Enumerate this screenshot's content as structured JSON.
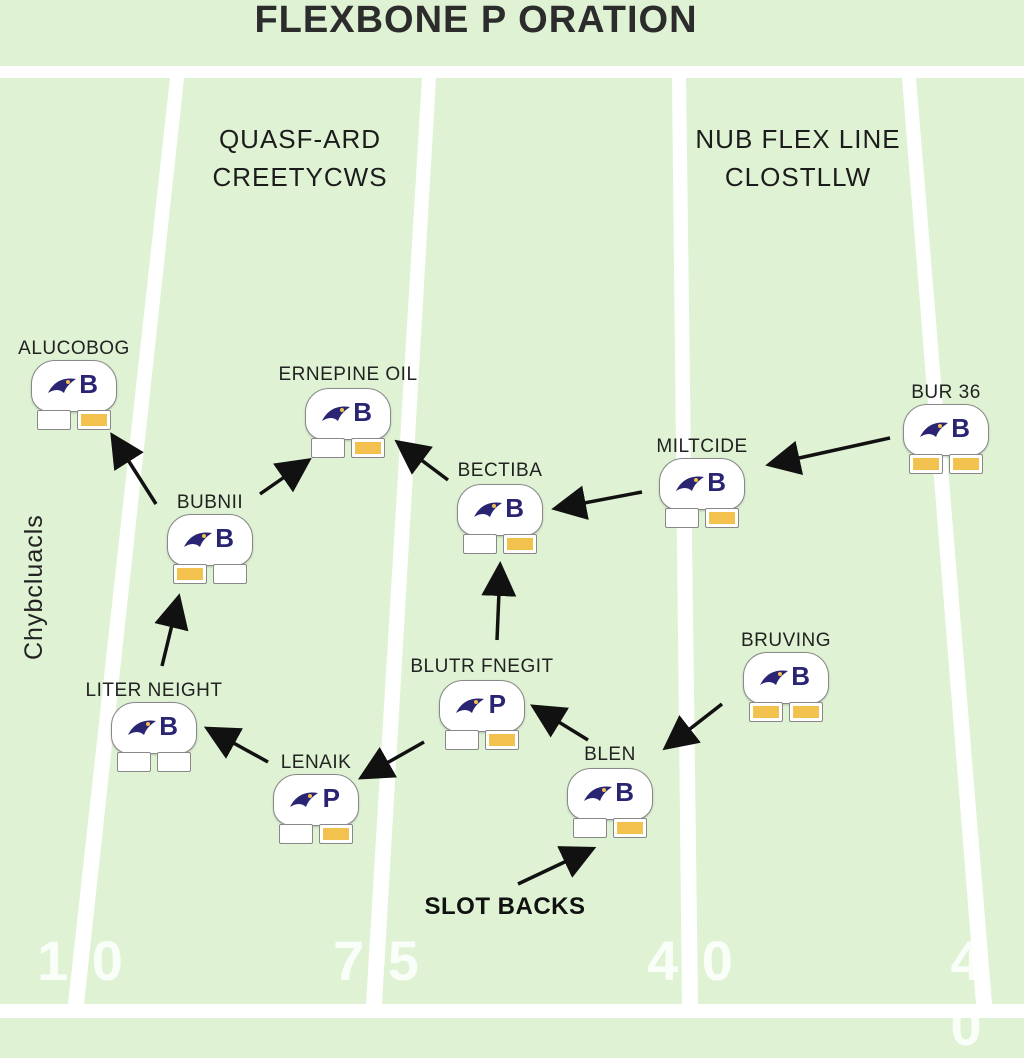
{
  "title": "FLEXBONE P ORATION",
  "headers": {
    "left_line1": "QUASF-ARD",
    "left_line2": "CREETYCWS",
    "right_line1": "NUB FLEX LINE",
    "right_line2": "CLOSTLLW"
  },
  "side_label": "Chybcluacls",
  "slot_backs_label": "SLOT BACKS",
  "yard_numbers": [
    "1 0",
    "7 5",
    "4 0",
    "4 0"
  ],
  "colors": {
    "field": "#dff3d4",
    "lines": "#ffffff",
    "helmet_letter": "#2a2573",
    "pad_fill": "#f2c14e",
    "arrow": "#111111"
  },
  "players": [
    {
      "id": "alucobog",
      "label": "ALUCOBOG",
      "letter": "B",
      "fill": "right"
    },
    {
      "id": "ernepine",
      "label": "ERNEPINE OIL",
      "letter": "B",
      "fill": "right"
    },
    {
      "id": "bur36",
      "label": "BUR 36",
      "letter": "B",
      "fill": "both"
    },
    {
      "id": "miltcide",
      "label": "MILTCIDE",
      "letter": "B",
      "fill": "right"
    },
    {
      "id": "bectiba",
      "label": "BECTIBA",
      "letter": "B",
      "fill": "right"
    },
    {
      "id": "bubnii",
      "label": "BUBNII",
      "letter": "B",
      "fill": "left"
    },
    {
      "id": "bruving",
      "label": "BRUVING",
      "letter": "B",
      "fill": "both"
    },
    {
      "id": "liter",
      "label": "LITER NEIGHT",
      "letter": "B",
      "fill": "none"
    },
    {
      "id": "blutr",
      "label": "BLUTR FNEGIT",
      "letter": "P",
      "fill": "right"
    },
    {
      "id": "lenaik",
      "label": "LENAIK",
      "letter": "P",
      "fill": "right"
    },
    {
      "id": "blen",
      "label": "BLEN",
      "letter": "B",
      "fill": "right"
    }
  ],
  "routes": [
    {
      "from": "bubnii",
      "to": "alucobog"
    },
    {
      "from": "bubnii",
      "to": "ernepine"
    },
    {
      "from": "bectiba",
      "to": "ernepine"
    },
    {
      "from": "miltcide",
      "to": "bectiba"
    },
    {
      "from": "bur36",
      "to": "miltcide"
    },
    {
      "from": "blutr",
      "to": "bectiba"
    },
    {
      "from": "liter",
      "to": "bubnii"
    },
    {
      "from": "lenaik",
      "to": "liter"
    },
    {
      "from": "blutr",
      "to": "lenaik"
    },
    {
      "from": "blen",
      "to": "blutr"
    },
    {
      "from": "bruving",
      "to": "blen"
    },
    {
      "from": "slot_backs",
      "to": "blen"
    }
  ]
}
